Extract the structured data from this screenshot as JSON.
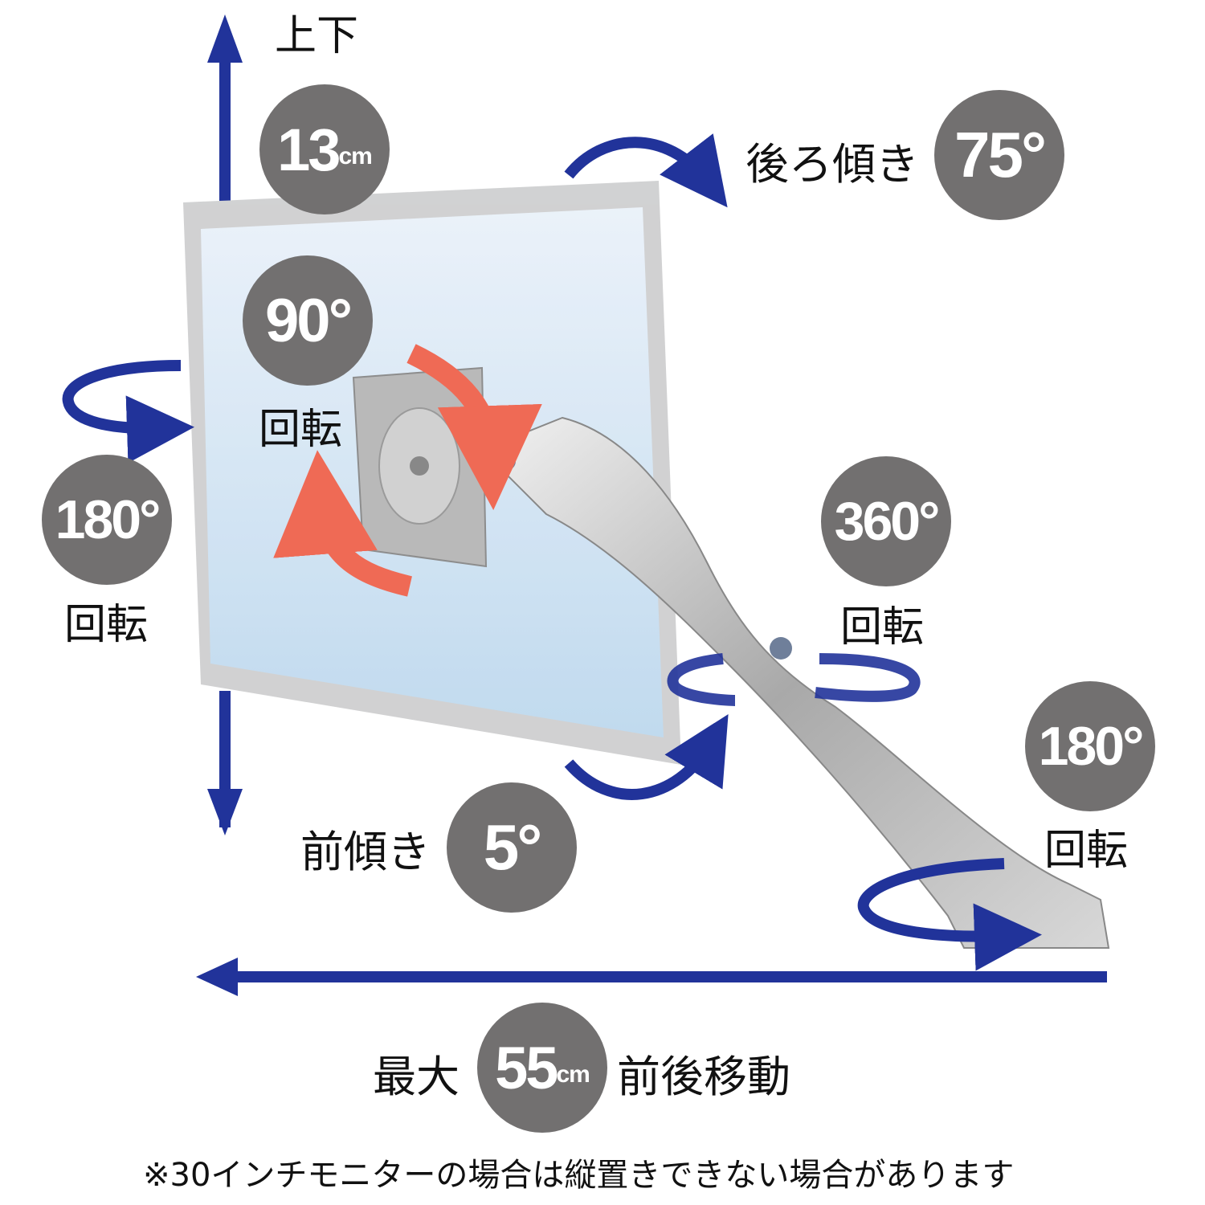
{
  "colors": {
    "badge": "#727070",
    "arrow_blue": "#21339a",
    "arrow_red": "#ef6a55",
    "monitor_bezel": "#c8c9ca",
    "screen_top": "#e6eef8",
    "screen_bottom": "#b9d6ee"
  },
  "badges": {
    "vertical": {
      "value": "13",
      "unit": "cm",
      "label": "上下"
    },
    "tilt_back": {
      "value": "75°",
      "label": "後ろ傾き"
    },
    "rotate_screen": {
      "value": "90°",
      "label": "回転"
    },
    "swivel_left": {
      "value": "180°",
      "label": "回転"
    },
    "elbow": {
      "value": "360°",
      "label": "回転"
    },
    "base": {
      "value": "180°",
      "label": "回転"
    },
    "tilt_forward": {
      "value": "5°",
      "label": "前傾き"
    },
    "reach": {
      "prefix": "最大",
      "value": "55",
      "unit": "cm",
      "suffix": "前後移動"
    }
  },
  "footnote": "※30インチモニターの場合は縦置きできない場合があります",
  "icons": [
    "arrow-up-down-icon",
    "tilt-back-arrow-icon",
    "rotate-arrows-icon",
    "swivel-arrow-icon",
    "tilt-forward-arrow-icon",
    "reach-arrow-icon"
  ]
}
